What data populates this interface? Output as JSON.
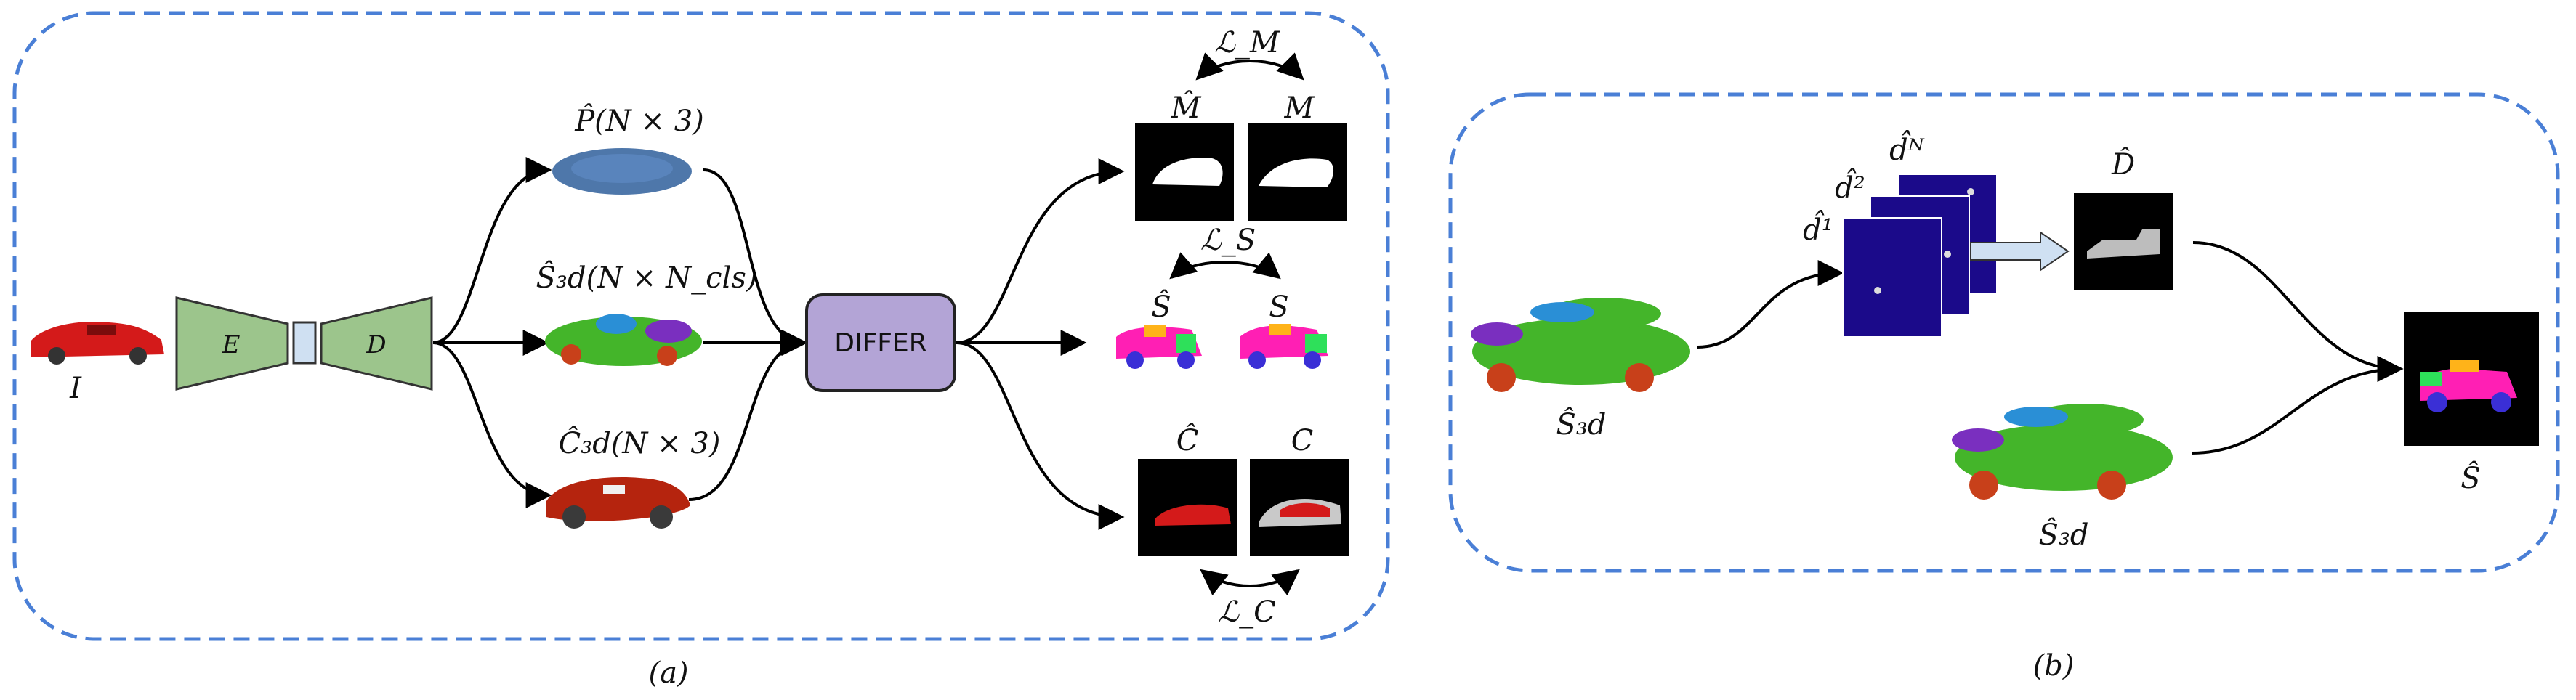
{
  "panel_a": {
    "caption": "(a)",
    "input_label": "I",
    "encoder_label": "E",
    "decoder_label": "D",
    "differ_label": "DIFFER",
    "pointcloud_label": "P̂(N × 3)",
    "seg_label": "Ŝ₃d(N × N_cls)",
    "color_label": "Ĉ₃d(N × 3)",
    "mask_pred_label": "M̂",
    "mask_gt_label": "M",
    "loss_mask": "ℒ_M",
    "seg_pred_label": "Ŝ",
    "seg_gt_label": "S",
    "loss_seg": "ℒ_S",
    "color_pred_label": "Ĉ",
    "color_gt_label": "C",
    "loss_color": "ℒ_C"
  },
  "panel_b": {
    "caption": "(b)",
    "seg_input_label": "Ŝ₃d",
    "seg_input_label2": "Ŝ₃d",
    "depth_1": "d̂¹",
    "depth_2": "d̂²",
    "depth_n": "d̂ᴺ",
    "depth_out_label": "D̂",
    "seg_out_label": "Ŝ"
  },
  "colors": {
    "dash": "#4a7fd6",
    "encoder": "#9cc58c",
    "latent": "#cfe0f2",
    "differ": "#b3a4d6",
    "depth_map": "#1b0a8a",
    "pointcloud": "#2f5f9b",
    "seg_green": "#44b52a",
    "seg_magenta": "#ff1fb4",
    "car_red": "#d41a1a"
  }
}
